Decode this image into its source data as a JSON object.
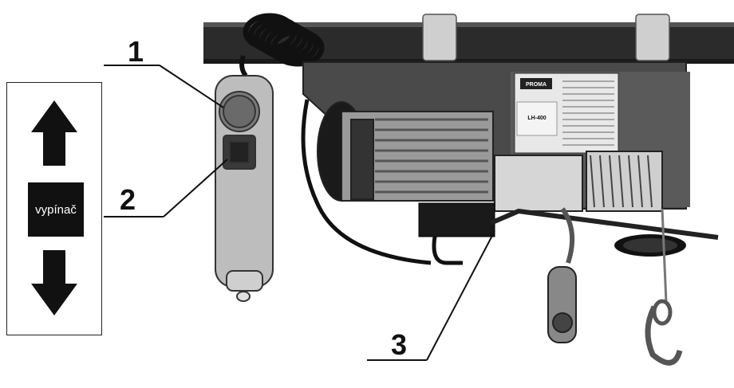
{
  "legend": {
    "switch_label": "vypínač",
    "up_arrow_icon": "arrow-up-icon",
    "down_arrow_icon": "arrow-down-icon"
  },
  "callouts": [
    {
      "number": "1"
    },
    {
      "number": "2"
    },
    {
      "number": "3"
    }
  ],
  "nameplate": {
    "brand": "PROMA",
    "model": "LH-400"
  }
}
